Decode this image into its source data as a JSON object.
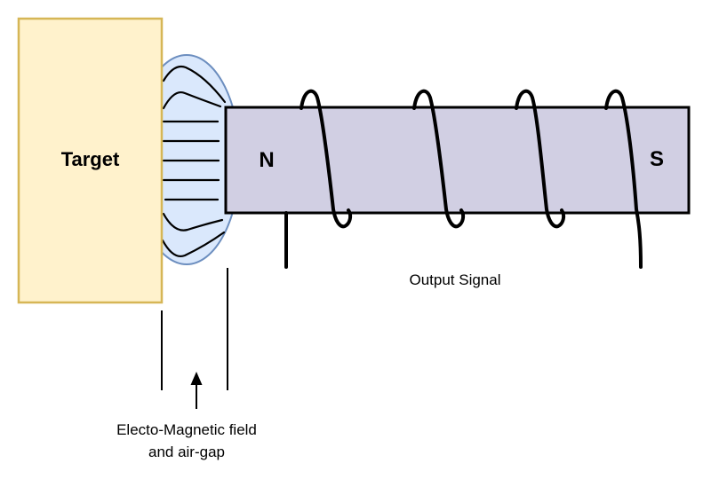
{
  "diagram": {
    "background": "#ffffff",
    "target": {
      "label": "Target",
      "fill": "#FFF2CC",
      "stroke": "#D6B656"
    },
    "field": {
      "fill": "#DAE8FC",
      "stroke": "#6C8EBF",
      "line_color": "#000000",
      "straight_line_count": 5,
      "curved_line_count": 4
    },
    "magnet": {
      "north_label": "N",
      "south_label": "S",
      "fill": "#D1CFE3",
      "stroke": "#000000"
    },
    "coil": {
      "turns": 4,
      "color": "#000000"
    },
    "annotations": {
      "color": "#000000",
      "output_signal": "Output Signal",
      "em_field_line1": "Electo-Magnetic field",
      "em_field_line2": "and air-gap"
    }
  }
}
